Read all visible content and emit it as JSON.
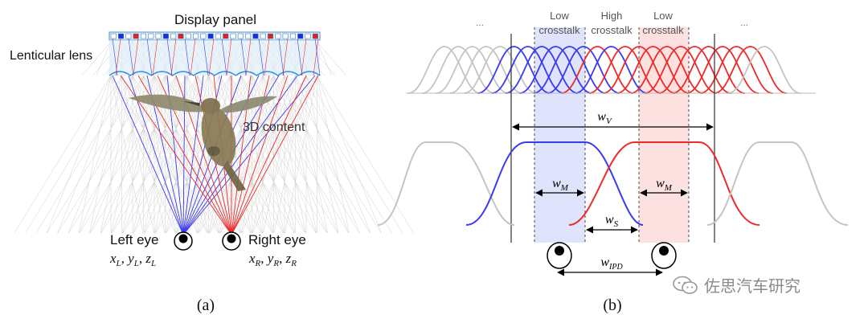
{
  "panel_a": {
    "display_panel": "Display panel",
    "lenticular_lens": "Lenticular lens",
    "content_3d": "3D content",
    "left_eye": "Left eye",
    "right_eye": "Right eye",
    "left_coords": [
      "x",
      "L",
      ", ",
      "y",
      "L",
      ", ",
      "z",
      "L"
    ],
    "right_coords": [
      "x",
      "R",
      ", ",
      "y",
      "R",
      ", ",
      "z",
      "R"
    ],
    "caption": "(a)"
  },
  "panel_b": {
    "ellipsis_left": "...",
    "ellipsis_right": "...",
    "zone_low_left": [
      "Low",
      "crosstalk"
    ],
    "zone_high": [
      "High",
      "crosstalk"
    ],
    "zone_low_right": [
      "Low",
      "crosstalk"
    ],
    "w_v": {
      "base": "w",
      "sub": "V"
    },
    "w_m": {
      "base": "w",
      "sub": "M"
    },
    "w_s": {
      "base": "w",
      "sub": "S"
    },
    "w_ipd": {
      "base": "w",
      "sub": "IPD"
    },
    "caption": "(b)",
    "colors": {
      "blue": "#3a3af0",
      "red": "#ee2a2a",
      "gray": "#c4c4c4",
      "blue_band": "#dfe3fb",
      "red_band": "#fde0e0"
    }
  },
  "watermark": "佐思汽车研究"
}
